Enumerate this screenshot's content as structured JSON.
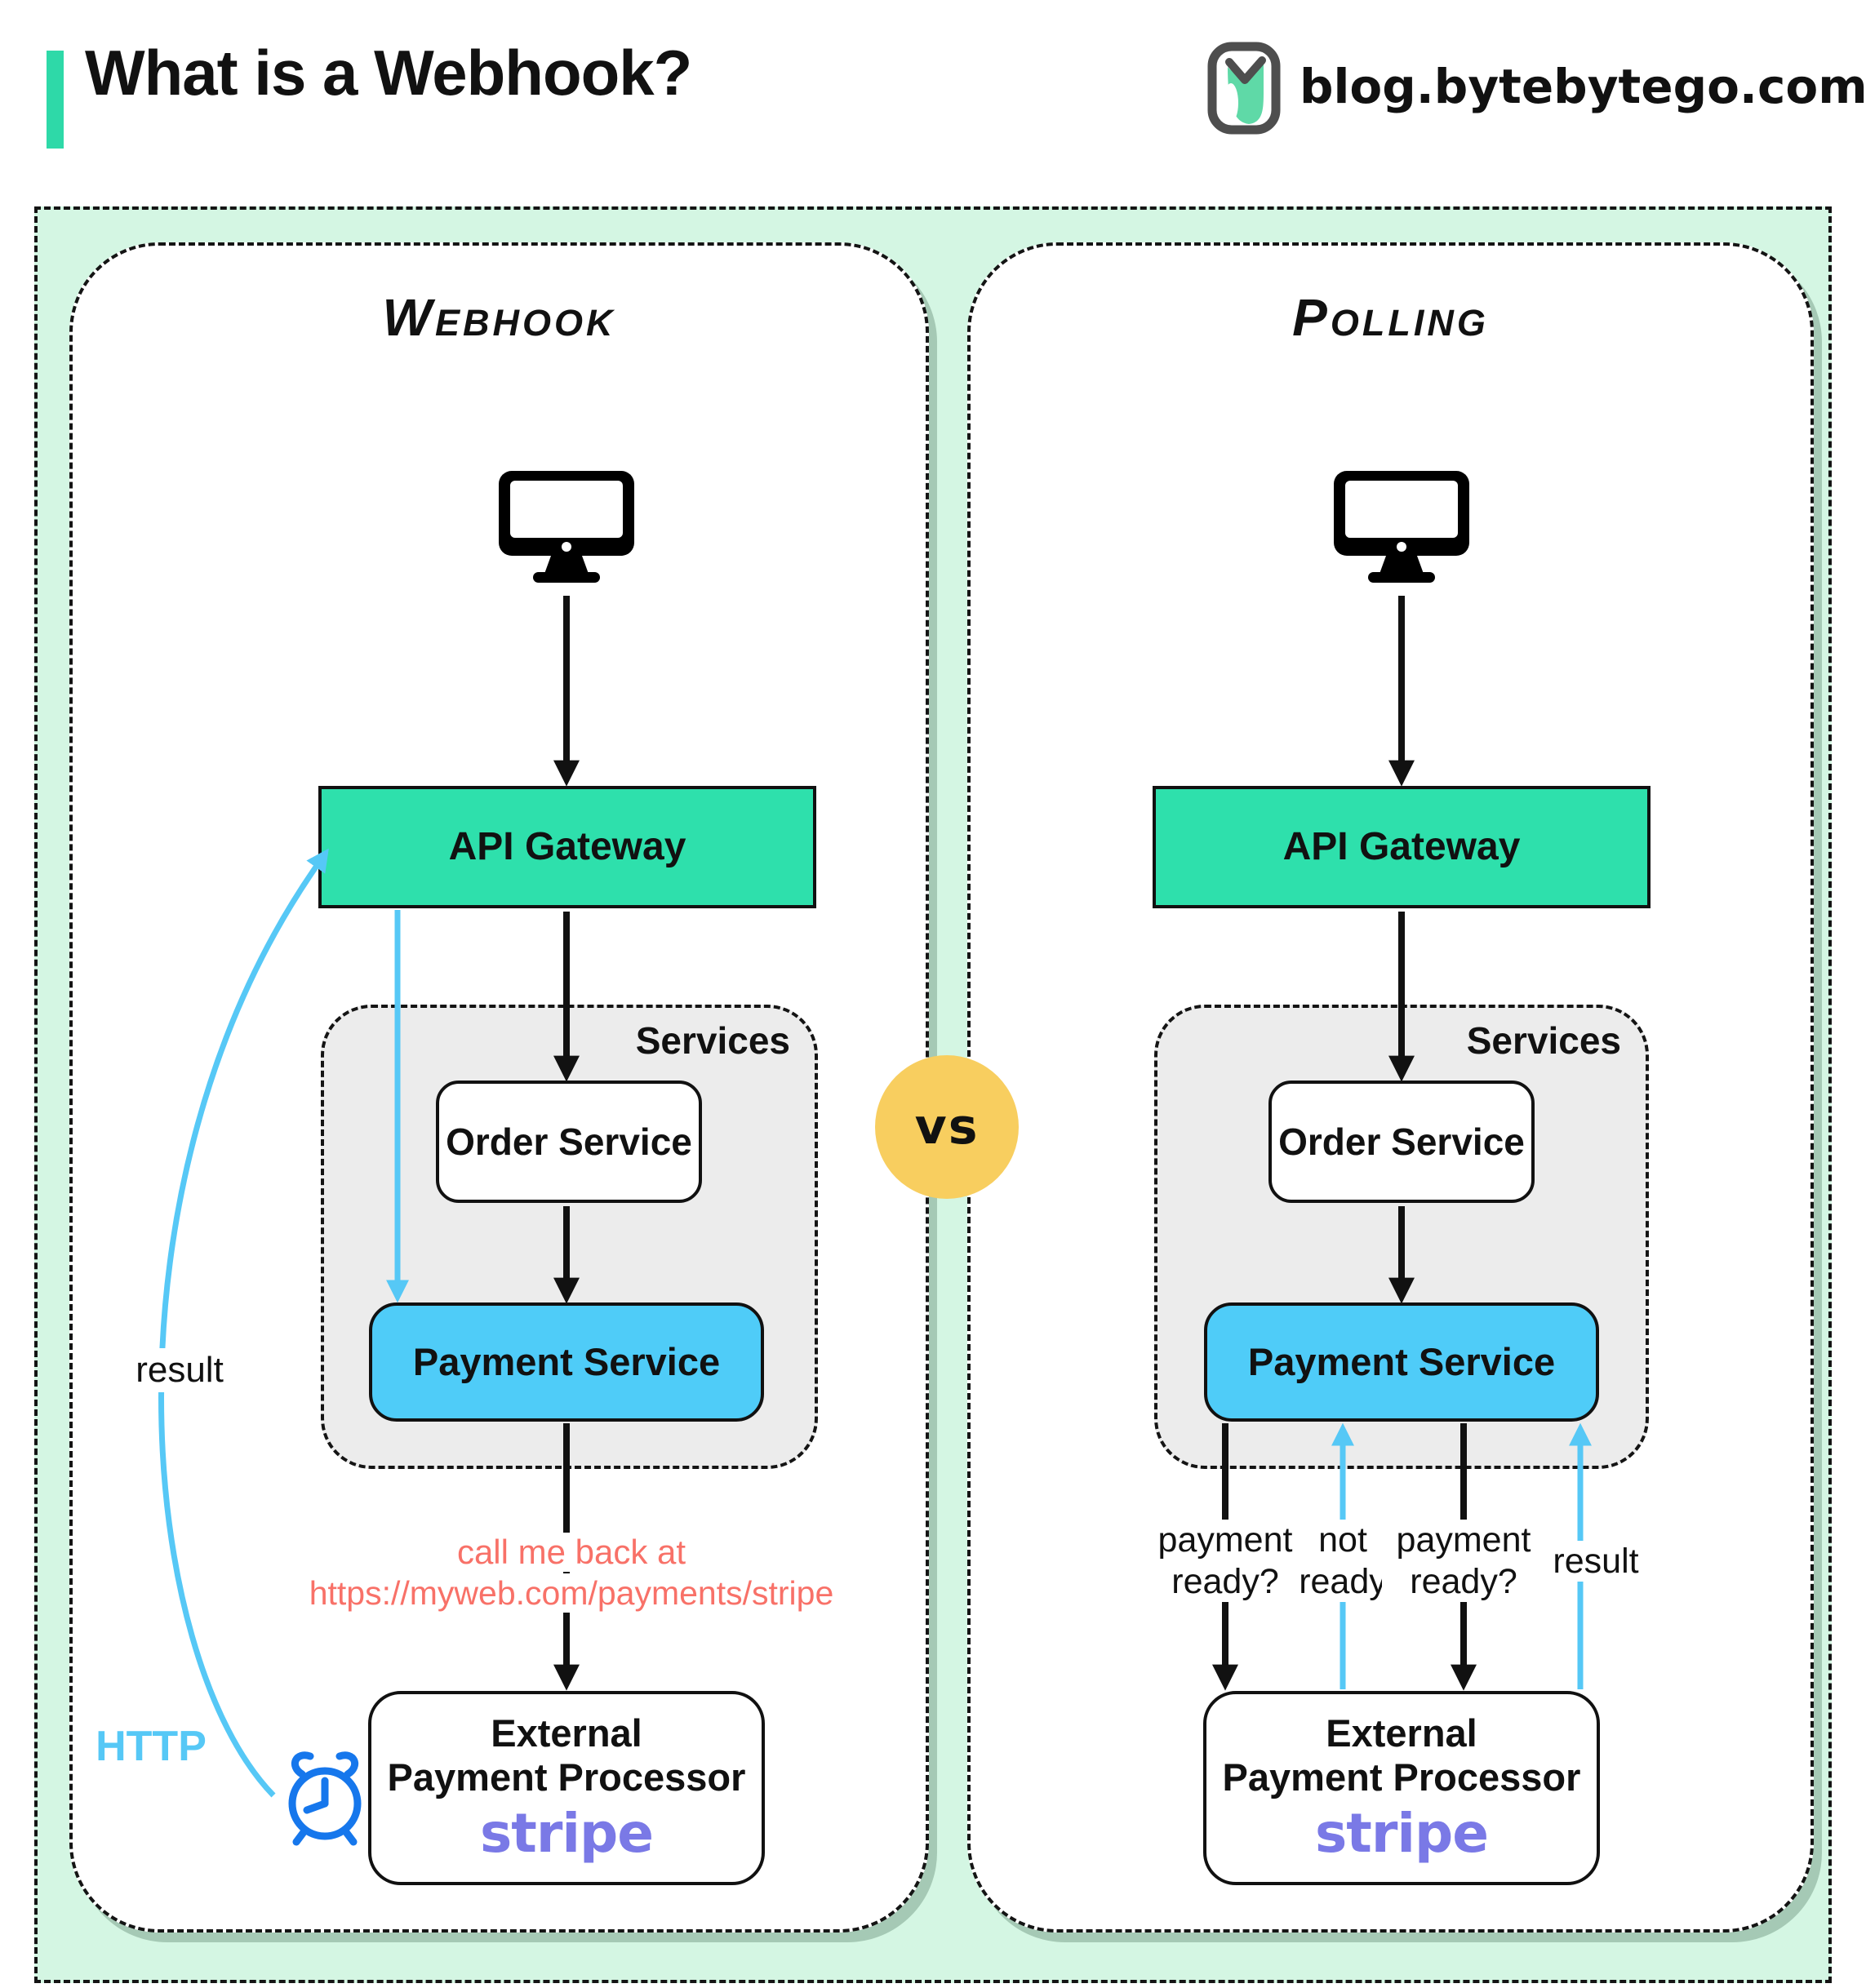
{
  "header": {
    "title": "What is a Webhook?",
    "site": "blog.bytebytego.com"
  },
  "vs_badge": "vs",
  "webhook": {
    "title": "Webhook",
    "api_gateway": "API Gateway",
    "services_label": "Services",
    "order_service": "Order Service",
    "payment_service": "Payment Service",
    "callback_line1": "call me back at",
    "callback_line2": "https://myweb.com/payments/stripe",
    "result_label": "result",
    "http_label": "HTTP",
    "external_processor_line1": "External",
    "external_processor_line2": "Payment Processor",
    "processor_brand": "stripe"
  },
  "polling": {
    "title": "Polling",
    "api_gateway": "API Gateway",
    "services_label": "Services",
    "order_service": "Order Service",
    "payment_service": "Payment Service",
    "label_payment_ready_1": "payment ready?",
    "label_not_ready": "not ready",
    "label_payment_ready_2": "payment ready?",
    "label_result": "result",
    "external_processor_line1": "External",
    "external_processor_line2": "Payment Processor",
    "processor_brand": "stripe"
  },
  "colors": {
    "mint_background": "#d4f6e3",
    "teal_accent": "#2ee0ac",
    "payment_blue": "#4fccf8",
    "arrow_blue": "#56c8f6",
    "vs_yellow": "#f8ce5f",
    "callback_salmon": "#f87168",
    "stripe_purple": "#7a79e6",
    "clock_blue": "#1677ec"
  }
}
